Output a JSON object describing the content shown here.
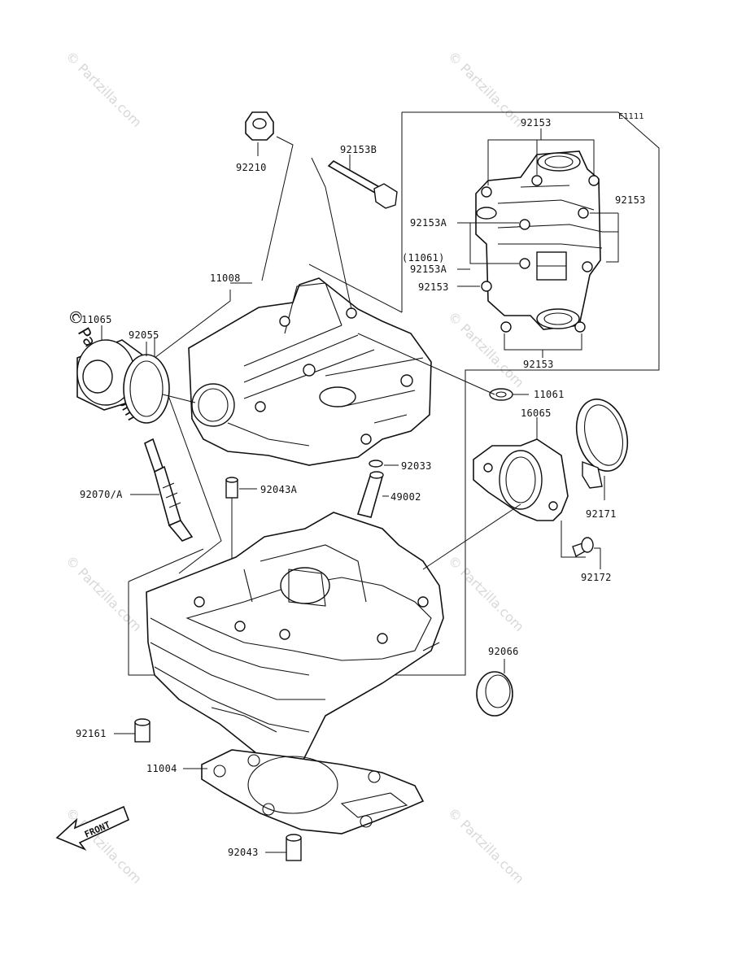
{
  "diagram": {
    "code": "E1111",
    "front_label": "FRONT",
    "watermark": "© Partzilla.com",
    "watermark_main": "© Partzilla.com",
    "parts": [
      {
        "id": "p92210",
        "label": "92210"
      },
      {
        "id": "p92153B",
        "label": "92153B"
      },
      {
        "id": "p92153_top",
        "label": "92153"
      },
      {
        "id": "p92153_right",
        "label": "92153"
      },
      {
        "id": "p92153A_1",
        "label": "92153A"
      },
      {
        "id": "p11061_paren",
        "label": "(11061)"
      },
      {
        "id": "p92153A_2",
        "label": "92153A"
      },
      {
        "id": "p92153_mid",
        "label": "92153"
      },
      {
        "id": "p92153_bottom",
        "label": "92153"
      },
      {
        "id": "p11008",
        "label": "11008"
      },
      {
        "id": "p11065",
        "label": "11065"
      },
      {
        "id": "p92055",
        "label": "92055"
      },
      {
        "id": "p11061",
        "label": "11061"
      },
      {
        "id": "p16065",
        "label": "16065"
      },
      {
        "id": "p92033",
        "label": "92033"
      },
      {
        "id": "p92043A",
        "label": "92043A"
      },
      {
        "id": "p49002",
        "label": "49002"
      },
      {
        "id": "p92070A",
        "label": "92070/A"
      },
      {
        "id": "p92171",
        "label": "92171"
      },
      {
        "id": "p92172",
        "label": "92172"
      },
      {
        "id": "p92066",
        "label": "92066"
      },
      {
        "id": "p92161",
        "label": "92161"
      },
      {
        "id": "p11004",
        "label": "11004"
      },
      {
        "id": "p92043",
        "label": "92043"
      }
    ]
  }
}
